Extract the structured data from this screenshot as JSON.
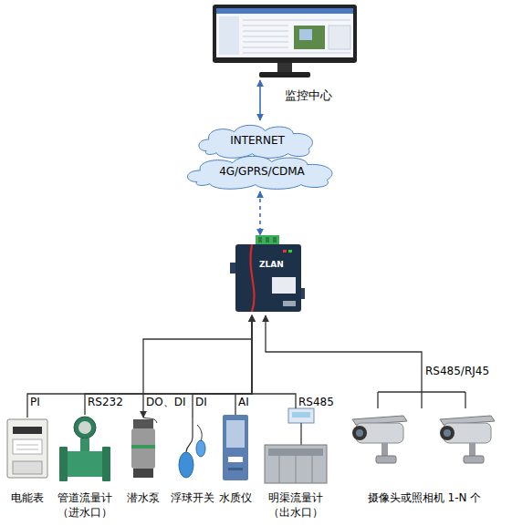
{
  "diagram": {
    "nodes": [
      {
        "text": [
          "监控中心"
        ]
      },
      {
        "text": [
          "INTERNET"
        ]
      },
      {
        "text": [
          "4G/GPRS/CDMA"
        ]
      },
      {
        "text": [
          "ZLAN"
        ]
      },
      {
        "text": [
          "电能表"
        ]
      },
      {
        "text": [
          "管道流量计 （进水口）"
        ]
      },
      {
        "text": [
          "潜水泵"
        ]
      },
      {
        "text": [
          "浮球开关"
        ]
      },
      {
        "text": [
          "水质仪"
        ]
      },
      {
        "text": [
          "明渠流量计 （出水口）"
        ]
      },
      {
        "text": [
          "摄像头或照相机 1-N 个"
        ]
      }
    ],
    "edges": [
      {
        "from": 0,
        "to": 1,
        "arrow": "both"
      },
      {
        "from": 2,
        "to": 3,
        "arrow": "both"
      },
      {
        "from": 4,
        "to": 3,
        "arrow": "to",
        "label": "PI"
      },
      {
        "from": 5,
        "to": 3,
        "arrow": "to",
        "label": "RS232"
      },
      {
        "from": 3,
        "to": 6,
        "arrow": "to",
        "label": "DO、DI"
      },
      {
        "from": 7,
        "to": 3,
        "arrow": "to",
        "label": "DI"
      },
      {
        "from": 8,
        "to": 3,
        "arrow": "to",
        "label": "AI"
      },
      {
        "from": 9,
        "to": 3,
        "arrow": "to",
        "label": "RS485"
      },
      {
        "from": 10,
        "to": 3,
        "arrow": "to",
        "label": "RS485/RJ45"
      }
    ]
  }
}
